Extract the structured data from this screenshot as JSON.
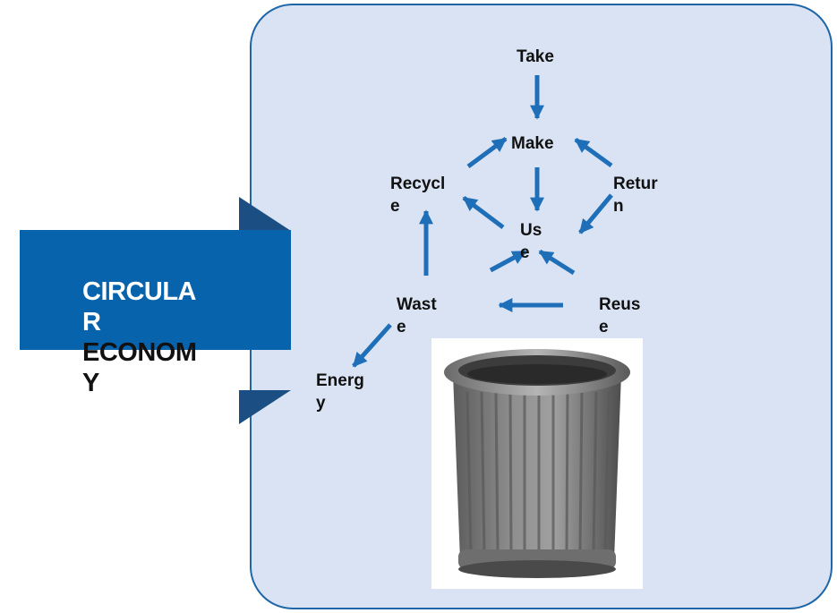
{
  "banner": {
    "title_line1": "CIRCULA",
    "title_line2": "R",
    "title_line3": "ECONOM",
    "title_line4": "Y"
  },
  "nodes": {
    "take": "Take",
    "make": "Make",
    "recycle": "Recycl\ne",
    "return": "Retur\nn",
    "use": "Us\ne",
    "waste": "Wast\ne",
    "reuse": "Reus\ne",
    "energy": "Energ\ny"
  },
  "colors": {
    "panel_fill": "#d9e3f3",
    "panel_border": "#1f66a8",
    "banner": "#0863ad",
    "arrow": "#1f6fb8"
  },
  "icons": [
    "trash-bin-icon"
  ]
}
